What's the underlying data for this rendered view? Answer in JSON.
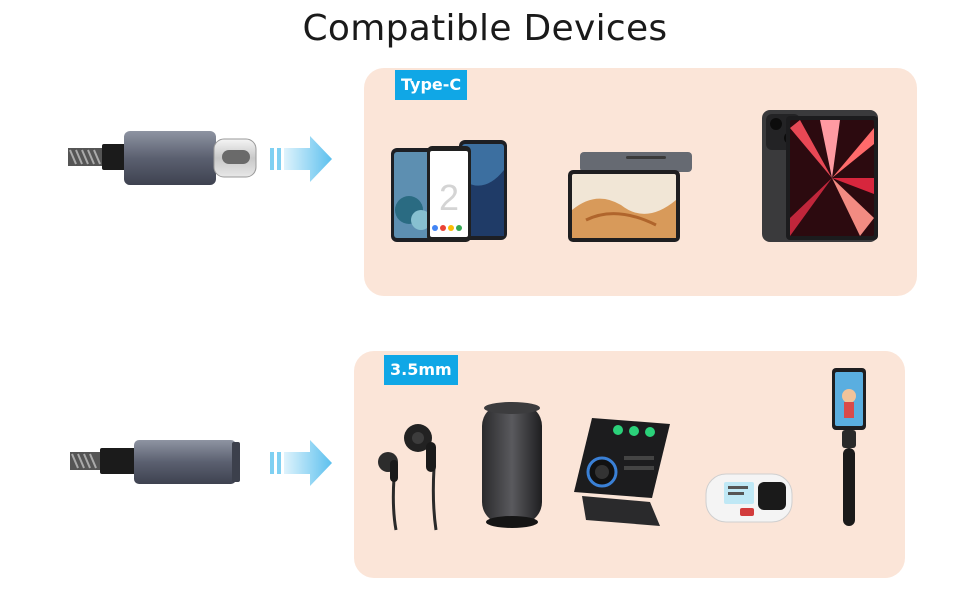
{
  "page": {
    "title": "Compatible Devices"
  },
  "sections": [
    {
      "badge": "Type-C"
    },
    {
      "badge": "3.5mm"
    }
  ],
  "colors": {
    "panel": "#fbe5d8",
    "badge": "#10a7e6",
    "connector": "#5d6270",
    "arrow": "#6cc5ee"
  },
  "icons": [
    "usb-c-connector-icon",
    "arrow-right-icon",
    "smartphones-icon",
    "tablet-icon",
    "ipad-icon",
    "audio-jack-connector-icon",
    "earphones-icon",
    "bluetooth-speaker-icon",
    "sound-card-icon",
    "mini-player-icon",
    "selfie-stick-icon"
  ]
}
